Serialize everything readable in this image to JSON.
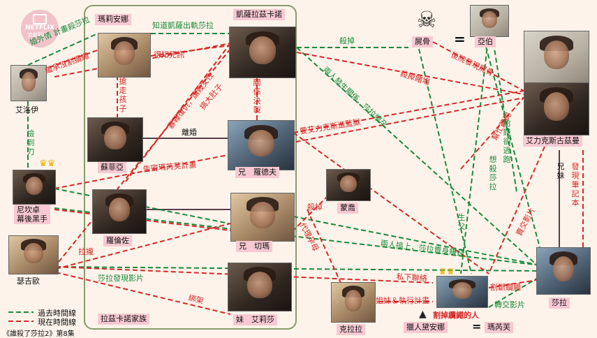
{
  "logo": {
    "brand": "NETFLIX",
    "sub": "追劇筆記本"
  },
  "family_box_label": "拉茲卡諾家族",
  "footer": "《誰殺了莎拉2》第8集",
  "legend": {
    "past": "過去時間線",
    "present": "現在時間線"
  },
  "colors": {
    "past": "#1a8a3c",
    "present": "#d62828",
    "frame": "#8a9a6e",
    "label_bg": "#f7c9d3"
  },
  "characters": {
    "marianna": "瑪莉安娜",
    "cesar": "凱薩拉茲卡諾",
    "eloy": "艾洛伊",
    "sofia": "蘇菲亞",
    "nicolas": "尼坎卓\n幕後黑手",
    "rodolfo": "羅倫佐",
    "chema": "瑟吉歐",
    "alex": "兄　羅德夫",
    "bro2": "兄　切瑪",
    "sister": "妹　艾莉莎",
    "skeleton": "屍骨",
    "abel": "亞伯",
    "alex_main": "艾力克斯古茲曼",
    "monica": "蒙喬",
    "clara": "克拉拉",
    "sara": "莎拉",
    "hunter": "獵人黛安娜",
    "mariana2": "瑪芮芙",
    "rope_cutter": "割掉纜繩的人",
    "eq1": "=",
    "eq2": "="
  },
  "edge_labels": {
    "know_affair": "知道凱薩出軌莎拉",
    "marry_plan": "婚外情 計畫殺莎拉",
    "inherit_plan": "繼承沒割纜繩",
    "learn_death": "得知死訊",
    "take_child": "搶走孩子",
    "relation_break": "關係決裂",
    "kill": "殺掉",
    "two_people": "兩人發生關係，莎拉懷孕",
    "kill_bet": "殺掉賭場",
    "back_garden": "後院發現屍骨",
    "help_hide": "幫忙藏屍",
    "pay_escape": "給錢卻逃跑",
    "divorce": "離婚",
    "want_monitor": "要艾力克斯進監獄",
    "rumor_pregnant": "搞大肚子",
    "revenge": "暴報復仇，讓殺女性",
    "pick_knife": "撿到刀",
    "tell_plan": "告密瑪芮芙計畫",
    "siblings": "兄妹",
    "find_notes": "發現筆記本",
    "kill2": "殺掉",
    "sell_video": "賣交影片",
    "think_kill_sara": "想殺莎拉",
    "father": "生父",
    "replace_stand": "代理孕母",
    "two_get": "兩人搞上，莎拉賣身賺錢",
    "bribe": "拉攏",
    "private_contact": "私下聯絡",
    "sara_find_video": "莎拉發現影片",
    "kidnap": "綁架",
    "sister_exec": "姐妹＆執行計畫",
    "cut_rope": "割斷纜繩",
    "video_send": "轉交影片"
  }
}
